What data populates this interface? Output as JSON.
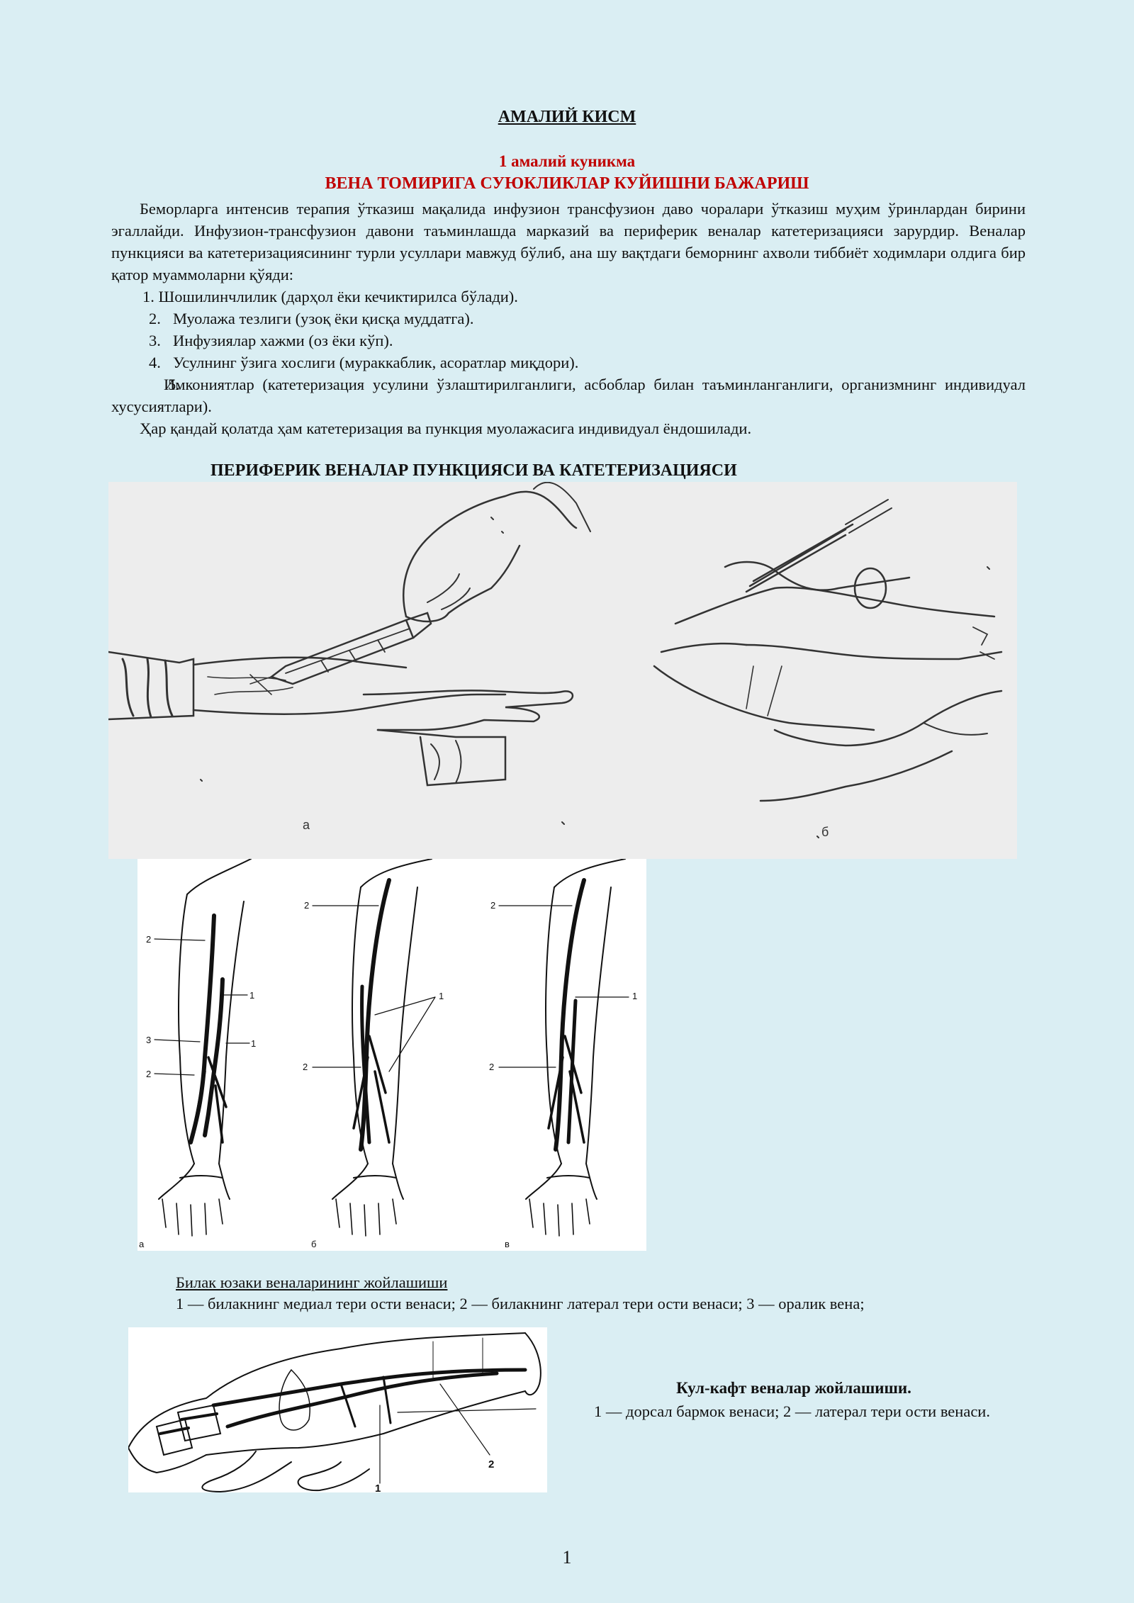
{
  "header": {
    "section_title": "АМАЛИЙ КИСМ",
    "lesson_number": "1 амалий куникма",
    "lesson_title": "ВЕНА ТОМИРИГА СУЮКЛИКЛАР КУЙИШНИ БАЖАРИШ"
  },
  "intro": "Беморларга интенсив терапия ўтказиш мақалида инфузион трансфузион даво чоралари ўтказиш муҳим ўринлардан бирини эгаллайди. Инфузион-трансфузион давони таъминлашда марказий ва периферик веналар катетеризацияси зарурдир. Веналар пункцияси ва катетеризациясининг турли усуллари мавжуд бўлиб, ана шу вақтдаги беморнинг ахволи тиббиёт ходимлари олдига бир қатор муаммоларни қўяди:",
  "problems": [
    {
      "num": "1.",
      "text": "Шошилинчлилик (дарҳол ёки кечиктирилса бўлади)."
    },
    {
      "num": "2.",
      "text": "Муолажа тезлиги (узоқ ёки қисқа муддатга)."
    },
    {
      "num": "3.",
      "text": "Инфузиялар хажми (оз ёки кўп)."
    },
    {
      "num": "4.",
      "text": "Усулнинг ўзига хослиги (мураккаблик, асоратлар миқдори)."
    },
    {
      "num": "5.",
      "text": "Имкониятлар (катетеризация усулини ўзлаштирилганлиги, асбоблар билан таъминланганлиги, организмнинг индивидуал хусусиятлари)."
    }
  ],
  "summary": "Ҳар қандай қолатда ҳам катетеризация ва пункция муолажасига индивидуал ёндошилади.",
  "subsection_title": "ПЕРИФЕРИК ВЕНАЛАР ПУНКЦИЯСИ ВА КАТЕТЕРИЗАЦИЯСИ",
  "figure1": {
    "label_a": "а",
    "label_b": "б"
  },
  "figure2": {
    "panel_a": "а",
    "panel_b": "б",
    "panel_c": "в",
    "num1": "1",
    "num2": "2",
    "num3": "3",
    "caption_title": "Билак юзаки веналарининг жойлашиши",
    "caption_text": "1 — билакнинг медиал тери ости венаси; 2 — билакнинг латерал тери ости венаси; 3 — оралик вена;"
  },
  "figure3": {
    "num1": "1",
    "num2": "2",
    "caption_title": "Кул-кафт веналар жойлашиши.",
    "caption_text": "1 — дорсал бармок венаси; 2 — латерал тери ости венаси."
  },
  "page_number": "1"
}
